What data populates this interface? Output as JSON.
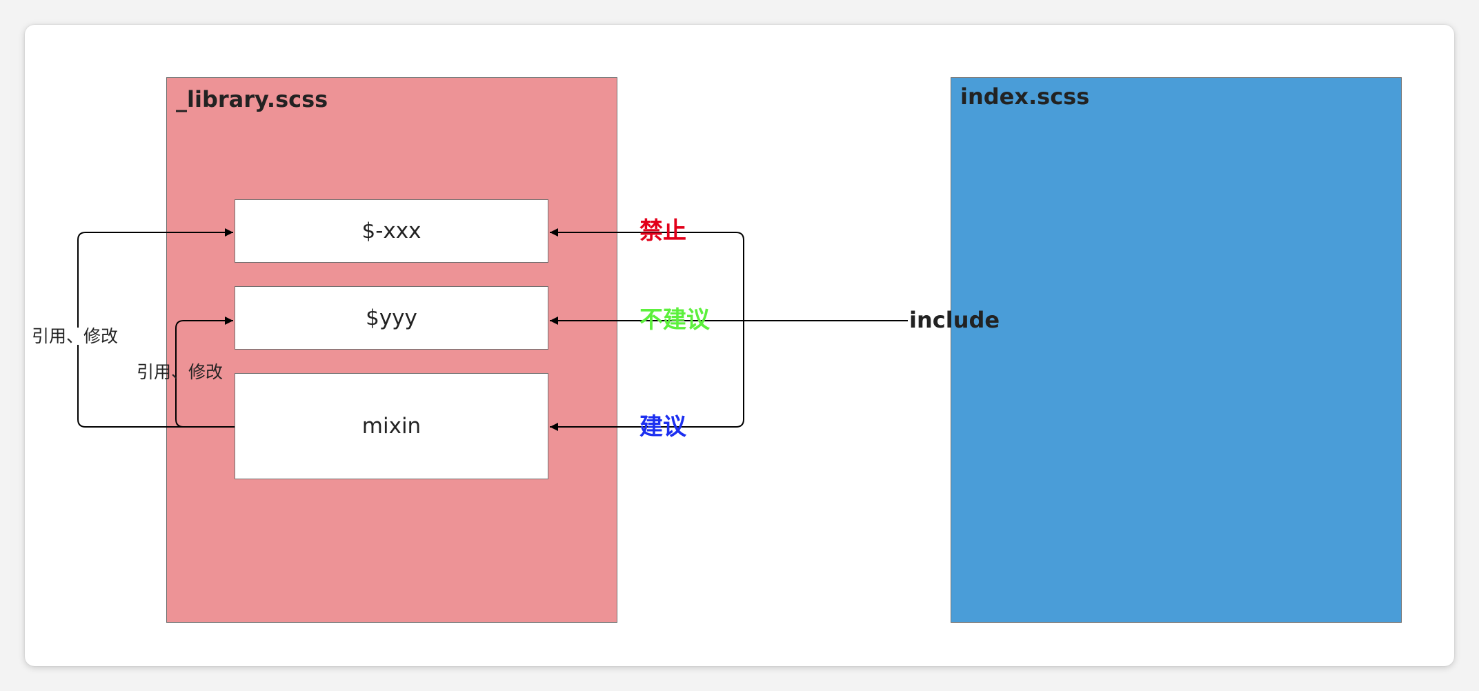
{
  "library": {
    "title": "_library.scss",
    "fill": "#ED9396",
    "items": [
      "$-xxx",
      "$yyy",
      "mixin"
    ]
  },
  "index": {
    "title": "index.scss",
    "fill": "#4A9DD8"
  },
  "edges": {
    "include_label": "include",
    "forbid": {
      "label": "禁止",
      "color": "#E2001A"
    },
    "not_recommended": {
      "label": "不建议",
      "color": "#5CF03C"
    },
    "recommended": {
      "label": "建议",
      "color": "#1C2FF0"
    },
    "ref_outer": "引用、修改",
    "ref_inner": "引用、修改"
  }
}
